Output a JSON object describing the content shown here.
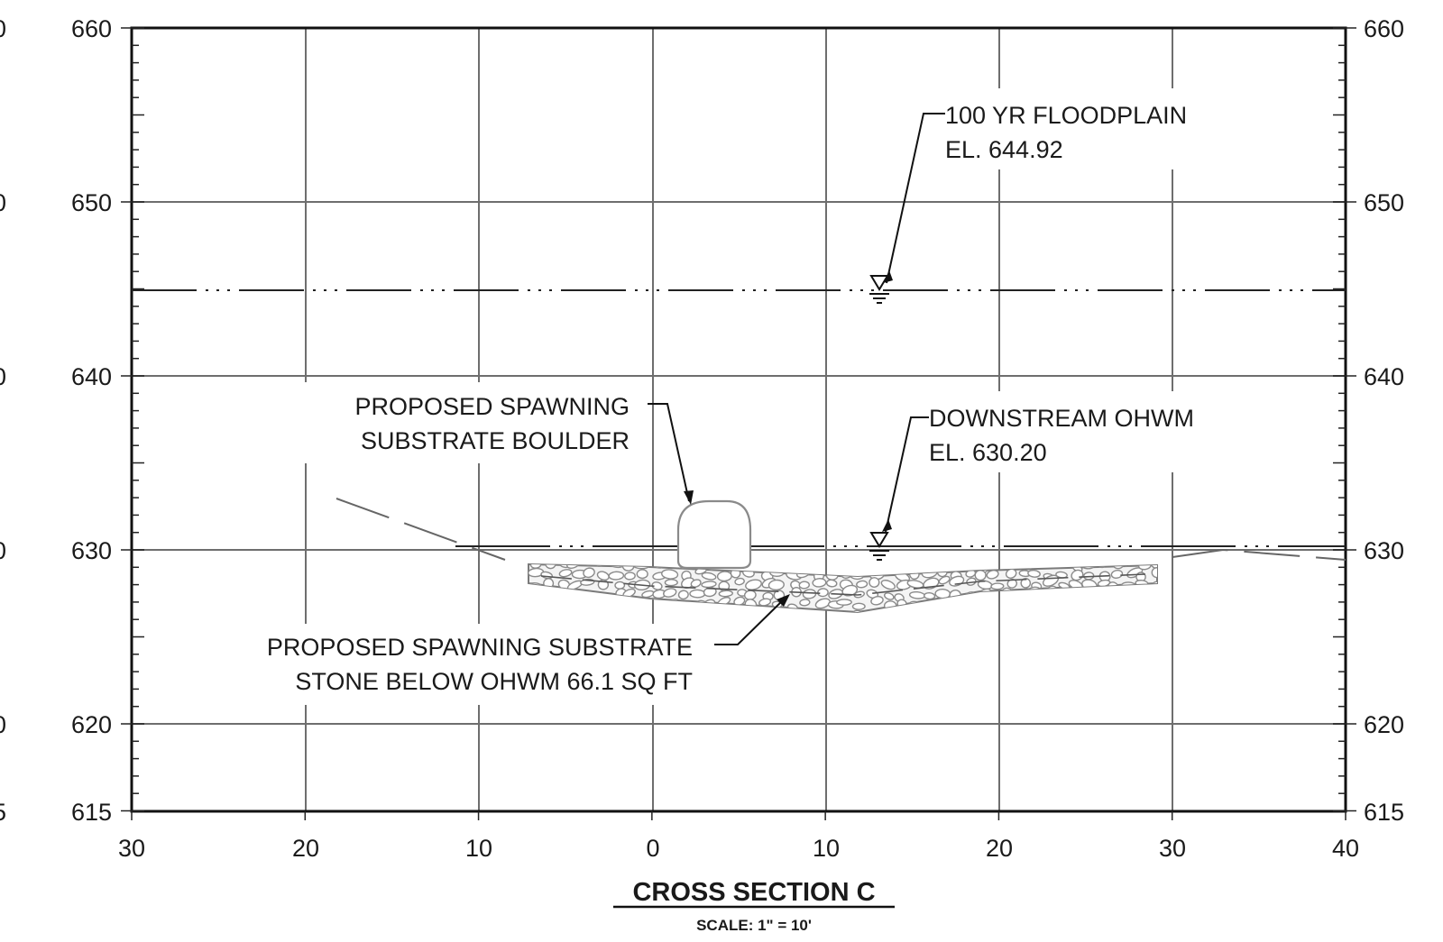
{
  "drawing": {
    "title": "CROSS SECTION C",
    "scale": "SCALE: 1\" = 10'"
  },
  "axes": {
    "x_ticks": [
      "30",
      "20",
      "10",
      "0",
      "10",
      "20",
      "30",
      "40"
    ],
    "y_ticks": [
      "660",
      "650",
      "640",
      "630",
      "620",
      "615"
    ],
    "left_edge_partial": [
      "0",
      "0",
      "0",
      "0",
      "0",
      "5"
    ]
  },
  "annotations": {
    "floodplain": {
      "line1": "100 YR FLOODPLAIN",
      "line2": "EL. 644.92"
    },
    "ohwm": {
      "line1": "DOWNSTREAM OHWM",
      "line2": "EL. 630.20"
    },
    "boulder": {
      "line1": "PROPOSED SPAWNING",
      "line2": "SUBSTRATE BOULDER"
    },
    "stone": {
      "line1": "PROPOSED SPAWNING SUBSTRATE",
      "line2": "STONE BELOW OHWM 66.1 SQ FT"
    }
  },
  "colors": {
    "grid": "#6e6e6e",
    "frame": "#111111",
    "ground": "#666666",
    "substrate": "#8a8a8a"
  }
}
